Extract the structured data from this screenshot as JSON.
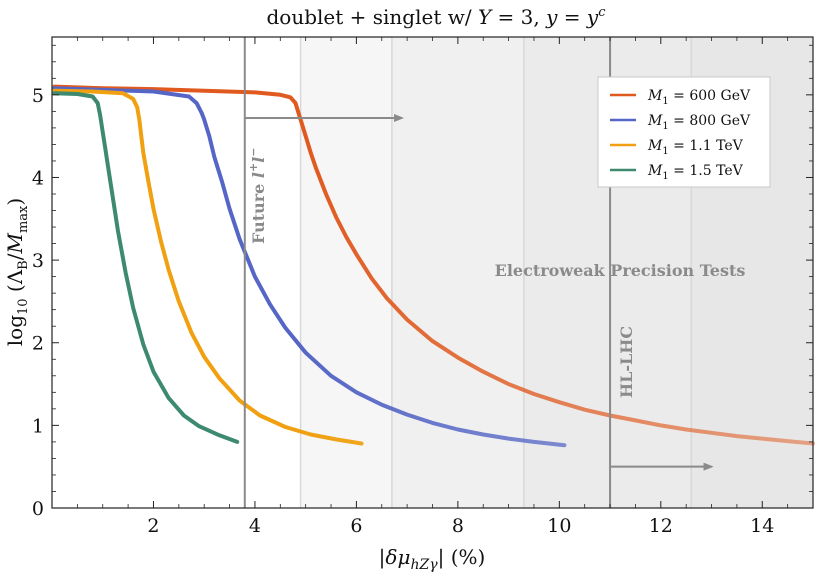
{
  "chart_data": {
    "type": "line",
    "title": "doublet + singlet w/ Y = 3,  y = y^c",
    "xlabel": "|δμ_hZγ| (%)",
    "ylabel": "log10 (Λ_B/M_max)",
    "xlim": [
      0,
      15
    ],
    "ylim": [
      0,
      5.7
    ],
    "xticks": [
      2,
      4,
      6,
      8,
      10,
      12,
      14
    ],
    "yticks": [
      0,
      1,
      2,
      3,
      4,
      5
    ],
    "grid": false,
    "legend_position": "top-right",
    "series": [
      {
        "name": "M1 = 600 GeV",
        "color": "#e0591e",
        "x": [
          0.05,
          1.0,
          2.0,
          3.0,
          4.0,
          4.5,
          4.7,
          4.8,
          4.9,
          5.0,
          5.1,
          5.2,
          5.4,
          5.6,
          5.8,
          6.0,
          6.3,
          6.6,
          7.0,
          7.5,
          8.0,
          8.5,
          9.0,
          9.5,
          10.0,
          10.5,
          11.0,
          11.5,
          12.0,
          12.5,
          13.0,
          13.5,
          14.0,
          14.5,
          15.0
        ],
        "y": [
          5.1,
          5.08,
          5.07,
          5.05,
          5.03,
          5.0,
          4.97,
          4.9,
          4.7,
          4.5,
          4.3,
          4.12,
          3.8,
          3.52,
          3.28,
          3.07,
          2.78,
          2.54,
          2.28,
          2.02,
          1.82,
          1.65,
          1.5,
          1.38,
          1.28,
          1.19,
          1.12,
          1.06,
          1.0,
          0.95,
          0.91,
          0.87,
          0.84,
          0.81,
          0.78
        ]
      },
      {
        "name": "M1 = 800 GeV",
        "color": "#5566c6",
        "x": [
          0.05,
          1.0,
          2.0,
          2.7,
          2.85,
          2.95,
          3.0,
          3.1,
          3.2,
          3.35,
          3.5,
          3.7,
          4.0,
          4.3,
          4.6,
          5.0,
          5.5,
          6.0,
          6.5,
          7.0,
          7.5,
          8.0,
          8.5,
          9.0,
          9.5,
          10.1
        ],
        "y": [
          5.08,
          5.06,
          5.04,
          4.98,
          4.9,
          4.78,
          4.7,
          4.5,
          4.25,
          3.95,
          3.62,
          3.25,
          2.8,
          2.46,
          2.18,
          1.88,
          1.6,
          1.4,
          1.25,
          1.13,
          1.03,
          0.95,
          0.89,
          0.84,
          0.8,
          0.76
        ]
      },
      {
        "name": "M1 = 1.1 TeV",
        "color": "#f0a010",
        "x": [
          0.05,
          0.8,
          1.4,
          1.6,
          1.68,
          1.72,
          1.76,
          1.8,
          1.9,
          2.0,
          2.15,
          2.3,
          2.5,
          2.75,
          3.0,
          3.3,
          3.7,
          4.1,
          4.6,
          5.1,
          5.6,
          6.1
        ],
        "y": [
          5.05,
          5.04,
          5.02,
          4.95,
          4.85,
          4.7,
          4.5,
          4.3,
          3.95,
          3.62,
          3.22,
          2.88,
          2.5,
          2.12,
          1.83,
          1.57,
          1.3,
          1.12,
          0.98,
          0.89,
          0.83,
          0.78
        ]
      },
      {
        "name": "M1 = 1.5 TeV",
        "color": "#3d8a6e",
        "x": [
          0.05,
          0.5,
          0.8,
          0.9,
          0.95,
          1.0,
          1.05,
          1.1,
          1.2,
          1.3,
          1.45,
          1.6,
          1.8,
          2.0,
          2.3,
          2.6,
          2.9,
          3.3,
          3.65
        ],
        "y": [
          5.02,
          5.01,
          4.98,
          4.9,
          4.75,
          4.55,
          4.35,
          4.15,
          3.75,
          3.35,
          2.85,
          2.42,
          1.98,
          1.65,
          1.33,
          1.12,
          0.99,
          0.88,
          0.8
        ]
      }
    ],
    "regions": [
      {
        "label": "Future l+l−",
        "line_x": 3.8,
        "arrow_to_x": 6.9,
        "arrow_y": 4.72
      },
      {
        "label": "Electroweak Precision Tests",
        "bands": [
          {
            "from": 4.9,
            "to": 6.7,
            "shade": "#f6f6f6"
          },
          {
            "from": 6.7,
            "to": 9.3,
            "shade": "#f0f0f0"
          },
          {
            "from": 9.3,
            "to": 12.6,
            "shade": "#ebebeb"
          },
          {
            "from": 12.6,
            "to": 15.0,
            "shade": "#e7e7e7"
          }
        ]
      },
      {
        "label": "HL-LHC",
        "line_x": 11.0,
        "arrow_to_x": 13.0,
        "arrow_y": 0.5
      }
    ]
  }
}
